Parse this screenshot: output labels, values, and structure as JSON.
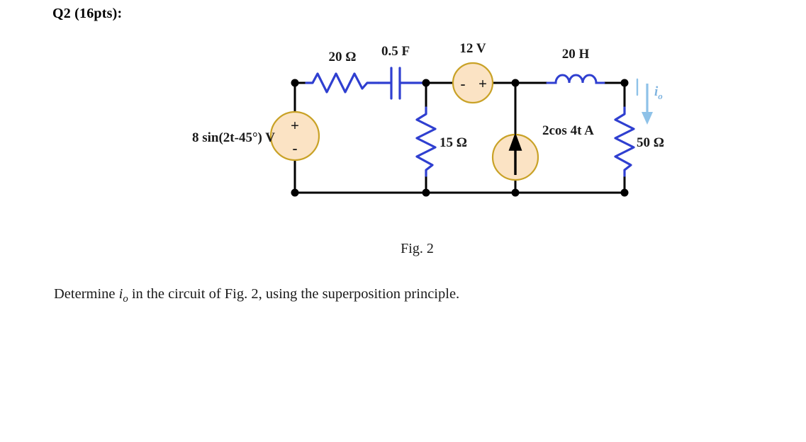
{
  "header": {
    "question_label": "Q2 (16pts):"
  },
  "circuit": {
    "components": {
      "resistor_20": "20 Ω",
      "capacitor": "0.5 F",
      "source_12v": "12 V",
      "inductor": "20 H",
      "resistor_15": "15 Ω",
      "current_source": "2cos 4t A",
      "resistor_50": "50 Ω",
      "voltage_source": "8 sin(2t-45°) V"
    },
    "polarity": {
      "vsource_plus": "+",
      "vsource_minus": "-",
      "v12_minus": "-",
      "v12_plus": "+"
    },
    "current_label": {
      "symbol": "i",
      "subscript": "o"
    },
    "colors": {
      "wire": "#000000",
      "component": "#2f3fd0",
      "source_fill": "#fbe3c4",
      "source_stroke": "#c9a227",
      "current_arrow": "#8ec2e8"
    }
  },
  "figure": {
    "caption": "Fig. 2"
  },
  "prompt": {
    "before": "Determine ",
    "italic_symbol": "i",
    "italic_subscript": "o",
    "after": " in the circuit of Fig. 2, using the superposition principle."
  }
}
